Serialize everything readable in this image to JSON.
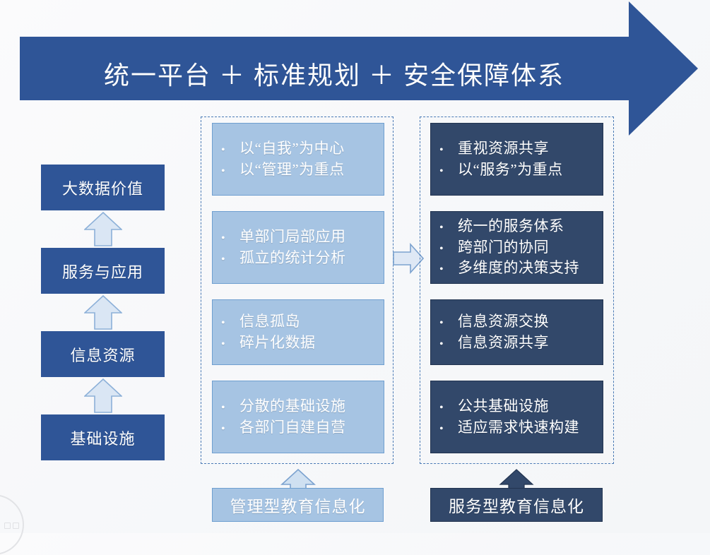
{
  "banner": {
    "title": "统一平台 ＋ 标准规划 ＋ 安全保障体系",
    "color": "#2f5597",
    "icon": "right-arrow-banner"
  },
  "colors": {
    "banner_blue": "#2f5597",
    "ladder_blue": "#2f5597",
    "light_card": "#a6c4e3",
    "dark_card": "#32486a",
    "dotted_border": "#4a7ab5",
    "background": "#f8f9fa",
    "text_white": "#ffffff"
  },
  "ladder": {
    "name": "maturity-ladder",
    "arrow_icon": "up-arrow-icon",
    "levels": [
      {
        "label": "大数据价值"
      },
      {
        "label": "服务与应用"
      },
      {
        "label": "信息资源"
      },
      {
        "label": "基础设施"
      }
    ]
  },
  "transition_arrow": {
    "icon": "right-arrow-icon",
    "direction": "right"
  },
  "columns": [
    {
      "id": "management-column",
      "style": "light",
      "legend": "管理型教育信息化",
      "legend_arrow_icon": "up-arrow-icon",
      "cards": [
        {
          "bullets": [
            "以“自我”为中心",
            "以“管理”为重点"
          ]
        },
        {
          "bullets": [
            "单部门局部应用",
            "孤立的统计分析"
          ]
        },
        {
          "bullets": [
            "信息孤岛",
            "碎片化数据"
          ]
        },
        {
          "bullets": [
            "分散的基础设施",
            "各部门自建自营"
          ]
        }
      ]
    },
    {
      "id": "service-column",
      "style": "dark",
      "legend": "服务型教育信息化",
      "legend_arrow_icon": "up-arrow-icon",
      "cards": [
        {
          "bullets": [
            "重视资源共享",
            "以“服务”为重点"
          ]
        },
        {
          "bullets": [
            "统一的服务体系",
            "跨部门的协同",
            "多维度的决策支持"
          ]
        },
        {
          "bullets": [
            "信息资源交换",
            "信息资源共享"
          ]
        },
        {
          "bullets": [
            "公共基础设施",
            "适应需求快速构建"
          ]
        }
      ]
    }
  ],
  "bullet_glyph": "•"
}
